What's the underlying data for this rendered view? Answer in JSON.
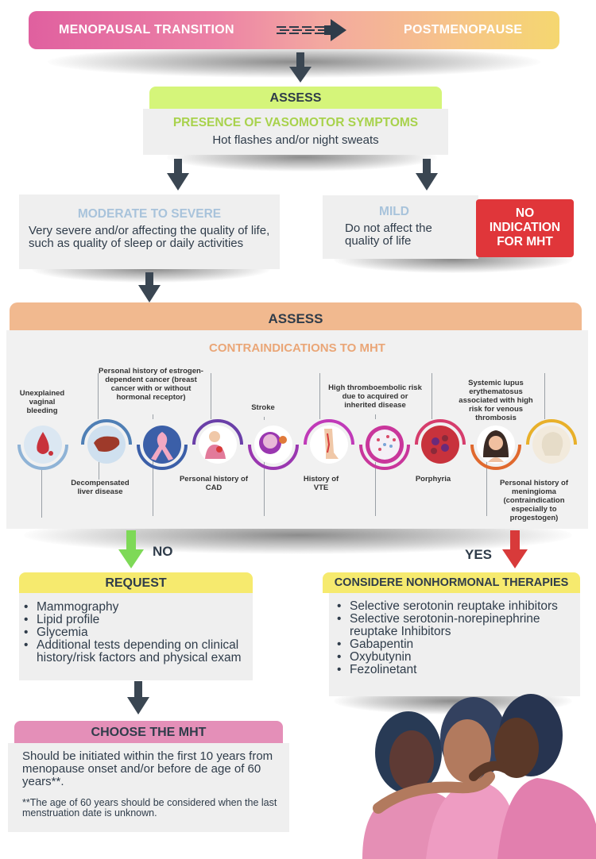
{
  "banner": {
    "left": "MENOPAUSAL TRANSITION",
    "right": "POSTMENOPAUSE"
  },
  "assess1": {
    "header": "ASSESS",
    "title": "PRESENCE OF VASOMOTOR SYMPTOMS",
    "subtitle": "Hot flashes and/or night sweats"
  },
  "moderate": {
    "title": "MODERATE TO SEVERE",
    "text": "Very severe and/or affecting the quality of life, such as quality of sleep or daily activities"
  },
  "mild": {
    "title": "MILD",
    "text": "Do not affect the quality of life"
  },
  "no_indication": "NO INDICATION FOR MHT",
  "assess2": {
    "header": "ASSESS",
    "title": "CONTRAINDICATIONS TO MHT"
  },
  "contraindications": [
    {
      "label": "Unexplained vaginal bleeding",
      "icon": "blood-drop-icon",
      "color": "#8fb3d6"
    },
    {
      "label": "Decompensated liver disease",
      "icon": "liver-icon",
      "color": "#4f7fb5"
    },
    {
      "label": "Personal history of estrogen-dependent cancer (breast cancer with or without hormonal receptor)",
      "icon": "pink-ribbon-icon",
      "color": "#3b5fa8"
    },
    {
      "label": "Personal history of CAD",
      "icon": "heart-patient-icon",
      "color": "#6a3fa8"
    },
    {
      "label": "Stroke",
      "icon": "brain-icon",
      "color": "#9a37b0"
    },
    {
      "label": "History of VTE",
      "icon": "leg-vein-icon",
      "color": "#c03ab8"
    },
    {
      "label": "High thromboembolic risk due to acquired or inherited disease",
      "icon": "blood-cells-icon",
      "color": "#c9369b"
    },
    {
      "label": "Porphyria",
      "icon": "porphyria-cells-icon",
      "color": "#d63d6c"
    },
    {
      "label": "Systemic lupus erythematosus associated with high risk for venous thrombosis",
      "icon": "lupus-face-icon",
      "color": "#e0692e"
    },
    {
      "label": "Personal history of meningioma (contraindication especially to progestogen)",
      "icon": "skull-icon",
      "color": "#e8b02a"
    }
  ],
  "no_label": "NO",
  "yes_label": "YES",
  "request": {
    "header": "REQUEST",
    "items": [
      "Mammography",
      "Lipid profile",
      "Glycemia",
      "Additional tests depending on clinical history/risk factors and physical exam"
    ]
  },
  "nonhormonal": {
    "header": "CONSIDERE NONHORMONAL THERAPIES",
    "items": [
      "Selective serotonin reuptake inhibitors",
      "Selective serotonin-norepinephrine reuptake Inhibitors",
      "Gabapentin",
      "Oxybutynin",
      "Fezolinetant"
    ]
  },
  "choose": {
    "header": "CHOOSE THE MHT",
    "text": "Should be initiated within the first 10 years from menopause onset and/or before de age of 60 years**.",
    "note": "**The age of 60 years should be considered when the last menstruation date is unknown."
  },
  "colors": {
    "lime": "#d5f57a",
    "peach": "#f1b98f",
    "yellow": "#f6ea6e",
    "pink": "#e48fb8",
    "red": "#e0363a",
    "green_arrow": "#7ed957",
    "red_arrow": "#d83a3a",
    "navy": "#3a4652"
  },
  "illustration": "three-women-embracing"
}
